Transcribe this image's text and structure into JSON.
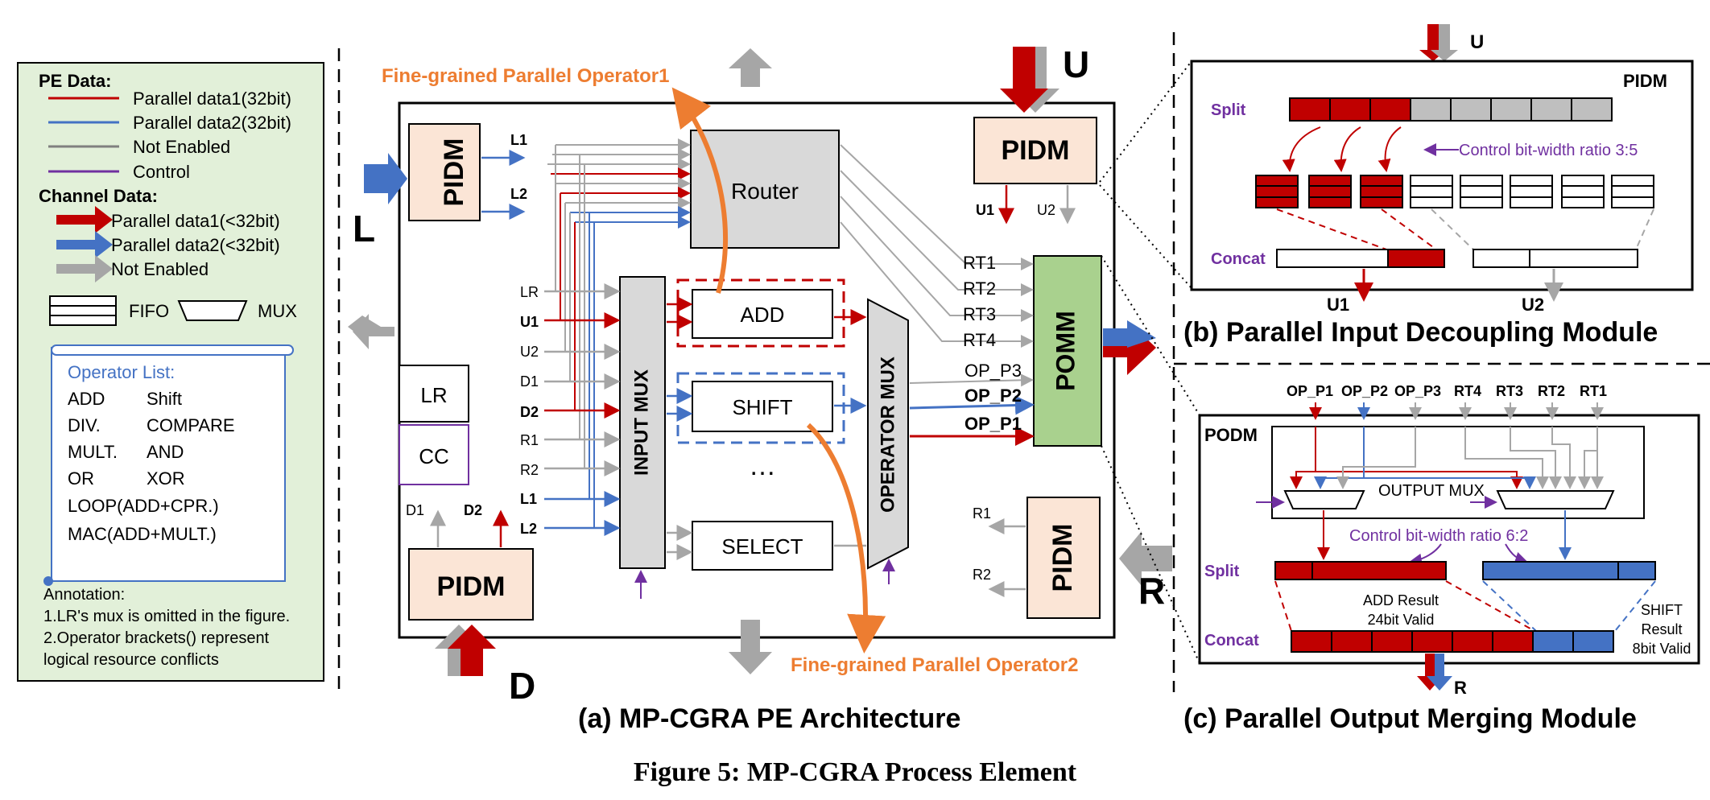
{
  "legend": {
    "pe_data_title": "PE Data:",
    "pe_items": [
      "Parallel data1(32bit)",
      "Parallel data2(32bit)",
      "Not Enabled",
      "Control"
    ],
    "channel_title": "Channel Data:",
    "channel_items": [
      "Parallel data1(<32bit)",
      "Parallel data2(<32bit)",
      "Not Enabled"
    ],
    "fifo": "FIFO",
    "mux": "MUX",
    "operator_list_title": "Operator List:",
    "operators_col1": [
      "ADD",
      "DIV.",
      "MULT.",
      "OR",
      "LOOP(ADD+CPR.)",
      "MAC(ADD+MULT.)"
    ],
    "operators_col2": [
      "Shift",
      "COMPARE",
      "AND",
      "XOR"
    ],
    "annotation": [
      "Annotation:",
      "1.LR's mux is omitted in the figure.",
      "2.Operator brackets() represent",
      "logical resource conflicts"
    ]
  },
  "pe": {
    "fine_op1": "Fine-grained Parallel Operator1",
    "fine_op2": "Fine-grained Parallel Operator2",
    "pidm": "PIDM",
    "pomm": "POMM",
    "router": "Router",
    "input_mux": "INPUT MUX",
    "operator_mux": "OPERATOR MUX",
    "add": "ADD",
    "shift": "SHIFT",
    "dots": "…",
    "select": "SELECT",
    "lr": "LR",
    "cc": "CC",
    "port_u": "U",
    "port_l": "L",
    "port_d": "D",
    "port_r": "R",
    "l1": "L1",
    "l2": "L2",
    "u1": "U1",
    "u2": "U2",
    "d1": "D1",
    "d2": "D2",
    "r1": "R1",
    "r2": "R2",
    "mux_inputs": [
      "LR",
      "U1",
      "U2",
      "D1",
      "D2",
      "R1",
      "R2",
      "L1",
      "L2"
    ],
    "pomm_inputs": [
      "RT1",
      "RT2",
      "RT3",
      "RT4",
      "OP_P3",
      "OP_P2",
      "OP_P1"
    ],
    "caption": "(a)  MP-CGRA PE Architecture"
  },
  "pidm_detail": {
    "u": "U",
    "title": "PIDM",
    "split": "Split",
    "control_note": "Control bit-width ratio 3:5",
    "concat": "Concat",
    "u1": "U1",
    "u2": "U2",
    "caption": "(b)  Parallel Input Decoupling Module"
  },
  "podm_detail": {
    "inputs": [
      "OP_P1",
      "OP_P2",
      "OP_P3",
      "RT4",
      "RT3",
      "RT2",
      "RT1"
    ],
    "title": "PODM",
    "output_mux": "OUTPUT MUX",
    "control_note": "Control bit-width ratio 6:2",
    "split": "Split",
    "add_result": [
      "ADD Result",
      "24bit Valid"
    ],
    "shift_result": [
      "SHIFT",
      "Result",
      "8bit Valid"
    ],
    "concat": "Concat",
    "r": "R",
    "caption": "(c)  Parallel Output Merging Module"
  },
  "figure_caption": "Figure 5: MP-CGRA Process Element",
  "colors": {
    "red": "#c00000",
    "blue": "#4472c4",
    "gray": "#a6a6a6",
    "purple": "#7030a0",
    "orange": "#ed7d31",
    "green": "#a9d18e",
    "peach": "#fbe5d6",
    "legend_bg": "#e2f0d9"
  }
}
